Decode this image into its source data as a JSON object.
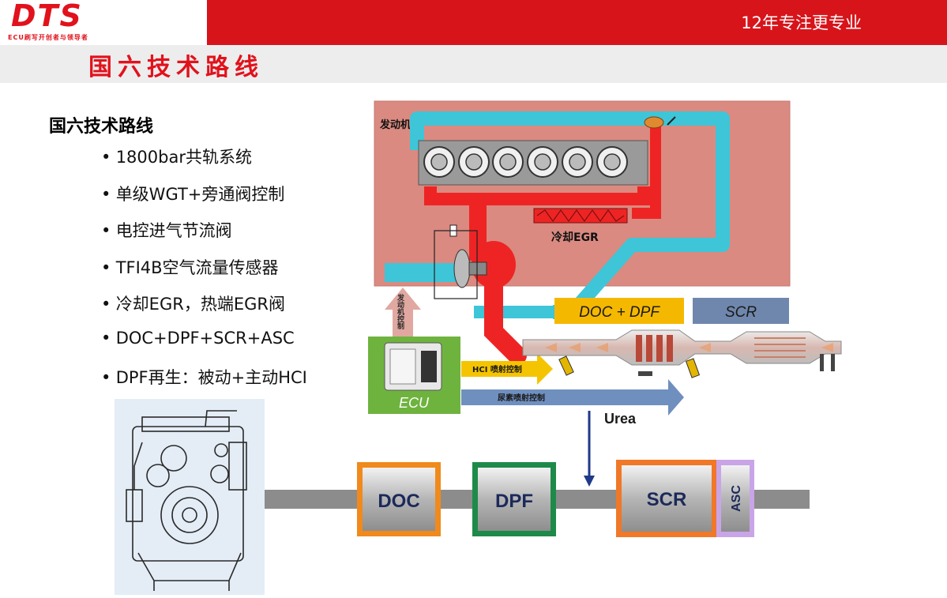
{
  "header": {
    "logo": "DTS",
    "logo_tagline": "ECU刷写开创者与领导者",
    "slogan": "12年专注更专业",
    "page_title": "国六技术路线"
  },
  "content": {
    "heading": "国六技术路线",
    "bullets": [
      "1800bar共轨系统",
      "单级WGT+旁通阀控制",
      "电控进气节流阀",
      "TFI4B空气流量传感器",
      "冷却EGR，热端EGR阀",
      "DOC+DPF+SCR+ASC",
      "DPF再生：被动+主动HCI"
    ]
  },
  "engine_diagram": {
    "engine_label": "发动机",
    "egr_label": "冷却EGR",
    "engine_control_label": "发动机控制",
    "ecu_label": "ECU",
    "hci_label": "HCI 喷射控制",
    "urea_control_label": "尿素喷射控制",
    "doc_dpf_label": "DOC + DPF",
    "scr_label": "SCR",
    "urea_label": "Urea"
  },
  "aftertreatment": {
    "doc": "DOC",
    "dpf": "DPF",
    "scr": "SCR",
    "asc": "ASC"
  },
  "colors": {
    "brand_red": "#d8141b",
    "engine_bg": "#da8a80",
    "intake_cyan": "#3ec5d8",
    "exhaust_red": "#ee2424",
    "doc_border": "#f08a1c",
    "dpf_border": "#1e8a4a",
    "scr_border": "#f07828",
    "asc_border": "#c9a5e8",
    "ecu_green": "#6fb33f",
    "arrow_blue": "#6f8fbf",
    "label_yellow": "#f5b800",
    "label_slate": "#6f87ad"
  }
}
